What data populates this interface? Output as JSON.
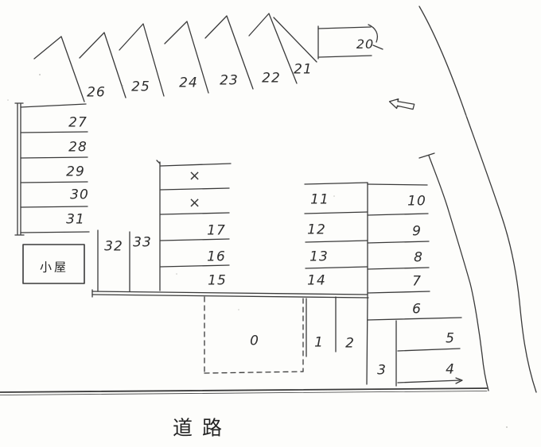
{
  "meta": {
    "description": "Hand-drawn parking lot layout sketch with numbered stalls",
    "road_side": "bottom"
  },
  "colors": {
    "ink": "#3a3a3a",
    "paper": "#fdfdfb"
  },
  "labels": {
    "diagonal_row": [
      "26",
      "25",
      "24",
      "23",
      "22",
      "21"
    ],
    "stall_20": "20",
    "left_column": [
      "27",
      "28",
      "29",
      "30",
      "31"
    ],
    "shed": "小屋",
    "vertical_stalls": [
      "32",
      "33"
    ],
    "middle_column": [
      "×",
      "×",
      "17",
      "16",
      "15"
    ],
    "right_inner_column": [
      "11",
      "12",
      "13",
      "14"
    ],
    "right_outer_column": [
      "10",
      "9",
      "8",
      "7"
    ],
    "bottom_right": [
      "6",
      "5",
      "4",
      "3"
    ],
    "bottom_center": [
      "0",
      "1",
      "2"
    ],
    "road": "道路"
  },
  "icons": {
    "direction_arrow": "left"
  }
}
